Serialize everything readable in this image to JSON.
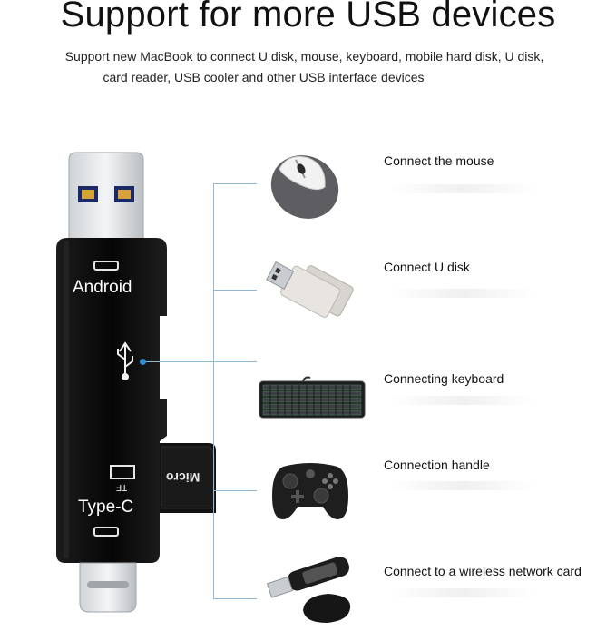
{
  "header": {
    "title": "Support for more USB devices",
    "subtitle_line1": "Support new MacBook to connect U disk, mouse, keyboard, mobile hard disk, U disk,",
    "subtitle_line2": "card reader, USB cooler and other USB interface devices"
  },
  "adapter": {
    "android_label": "Android",
    "typec_label": "Type-C",
    "tf_label": "TF",
    "micro_label": "Micro"
  },
  "items": [
    {
      "label": "Connect the mouse",
      "icon": "mouse-icon"
    },
    {
      "label": "Connect U disk",
      "icon": "usb-flash-drive-icon"
    },
    {
      "label": "Connecting keyboard",
      "icon": "keyboard-icon"
    },
    {
      "label": "Connection handle",
      "icon": "gamepad-icon"
    },
    {
      "label": "Connect to a wireless network card",
      "icon": "wireless-network-card-icon"
    }
  ],
  "colors": {
    "connector_line": "#8fb7d6",
    "connector_dot": "#2f8fd0",
    "device_body": "#0d0d0d"
  }
}
